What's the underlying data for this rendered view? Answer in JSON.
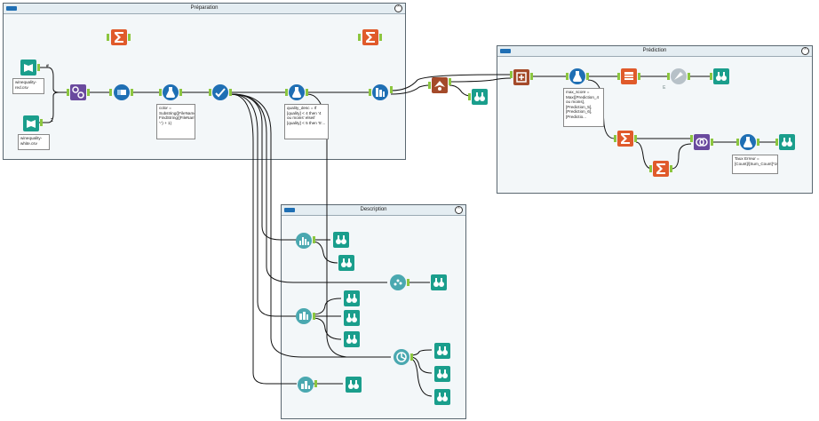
{
  "containers": {
    "preparation": {
      "title": "Préparation"
    },
    "prediction": {
      "title": "Prédiction"
    },
    "description": {
      "title": "Description"
    }
  },
  "annotations": {
    "input_red": "winequality-red.csv",
    "input_white": "winequality-white.csv",
    "formula_color": "color = Substring([FileName], FindString([FileName], '-') + 1)",
    "formula_quality": "quality_desc = If [quality] < 4 then '4 ou moins' elseif [quality] < 5 then '5'...",
    "formula_max_score": "max_score = Max([Prediction_4 ou moins], [Prediction_5], [Prediction_6], [Predictio...",
    "formula_taux": "Taux Erreur = [Count]/[Sum_Count]*100"
  },
  "anchor_labels": {
    "hash": "#",
    "num1": "1",
    "num2": "2",
    "e": "E"
  },
  "colors": {
    "container_border": "#5a6770",
    "container_bg": "#f3f7f9",
    "input_tool": "#1a9e8c",
    "browse_tool": "#1a9e8c",
    "summarize_tool": "#e05a2b",
    "join_tool": "#6a4a9e",
    "prep_tool": "#1f6fb4",
    "formula_tool": "#1f6fb4",
    "model_tool": "#a44a2a",
    "describe_tool": "#4aa8b0",
    "anchor": "#8cc63f",
    "connector": "#111111"
  }
}
